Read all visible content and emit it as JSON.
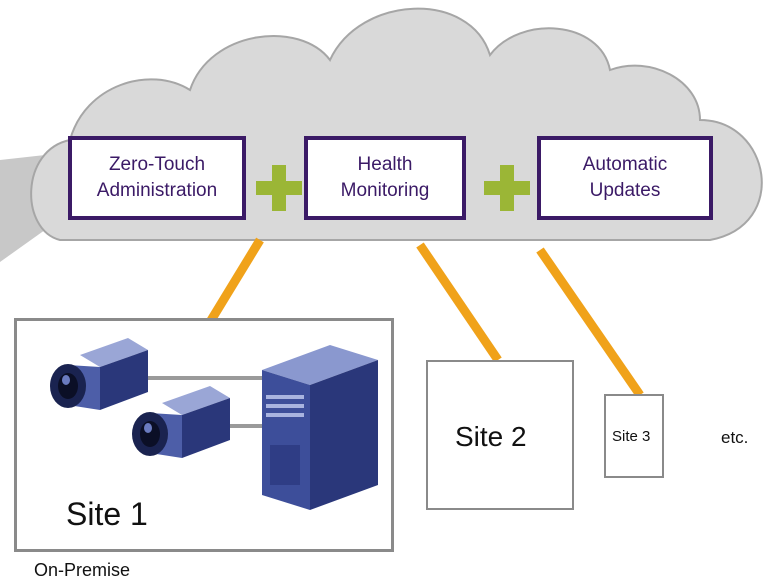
{
  "cloud": {
    "services": [
      {
        "label": "Zero-Touch\nAdministration"
      },
      {
        "label": "Health\nMonitoring"
      },
      {
        "label": "Automatic\nUpdates"
      }
    ]
  },
  "sites": [
    {
      "label": "Site 1",
      "caption": "On-Premise"
    },
    {
      "label": "Site 2"
    },
    {
      "label": "Site 3"
    }
  ],
  "more_label": "etc.",
  "colors": {
    "service_border": "#3b1a66",
    "plus": "#9bb636",
    "connector": "#f0a21a",
    "cloud_fill": "#d9d9d9",
    "cloud_outline": "#a6a6a6",
    "site_border": "#8a8a8a",
    "server": "#3d4e9a"
  }
}
